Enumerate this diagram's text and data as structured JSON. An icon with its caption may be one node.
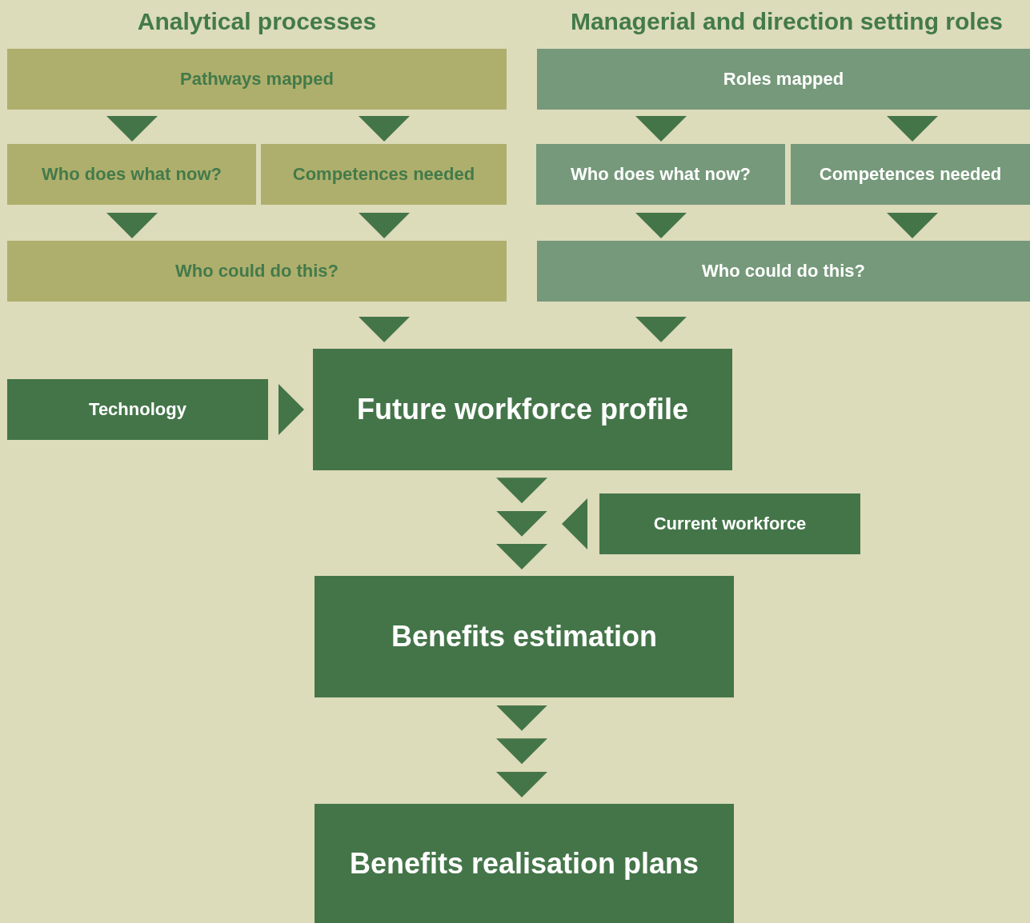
{
  "diagram": {
    "nodes": [
      {
        "text": [
          "Pathways mapped"
        ]
      },
      {
        "text": [
          "Who does what now?"
        ]
      },
      {
        "text": [
          "Competences needed"
        ]
      },
      {
        "text": [
          "Who could do this?"
        ]
      },
      {
        "text": [
          "Roles mapped"
        ]
      },
      {
        "text": [
          "Who does what now?"
        ]
      },
      {
        "text": [
          "Competences needed"
        ]
      },
      {
        "text": [
          "Who could do this?"
        ]
      },
      {
        "text": [
          "Technology"
        ]
      },
      {
        "text": [
          "Future workforce profile"
        ]
      },
      {
        "text": [
          "Current workforce"
        ]
      },
      {
        "text": [
          "Benefits estimation"
        ]
      },
      {
        "text": [
          "Benefits realisation plans"
        ]
      }
    ],
    "edges": [
      {
        "from": 0,
        "to": 1,
        "arrow": "to"
      },
      {
        "from": 0,
        "to": 2,
        "arrow": "to"
      },
      {
        "from": 1,
        "to": 3,
        "arrow": "to"
      },
      {
        "from": 2,
        "to": 3,
        "arrow": "to"
      },
      {
        "from": 4,
        "to": 5,
        "arrow": "to"
      },
      {
        "from": 4,
        "to": 6,
        "arrow": "to"
      },
      {
        "from": 5,
        "to": 7,
        "arrow": "to"
      },
      {
        "from": 6,
        "to": 7,
        "arrow": "to"
      },
      {
        "from": 3,
        "to": 9,
        "arrow": "to"
      },
      {
        "from": 7,
        "to": 9,
        "arrow": "to"
      },
      {
        "from": 8,
        "to": 9,
        "arrow": "to"
      },
      {
        "from": 9,
        "to": 11,
        "arrow": "to"
      },
      {
        "from": 10,
        "to": null,
        "arrow": "to"
      },
      {
        "from": 11,
        "to": 12,
        "arrow": "to"
      }
    ],
    "labels": [
      "Analytical processes",
      "Managerial and direction setting roles"
    ]
  }
}
